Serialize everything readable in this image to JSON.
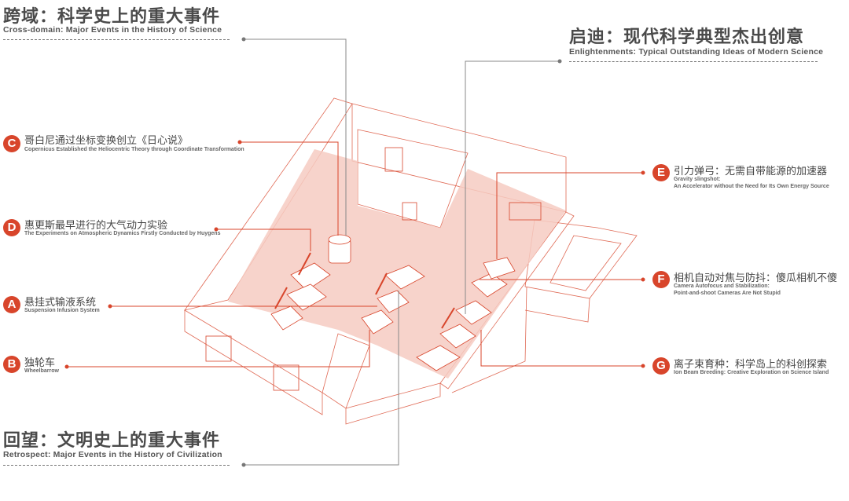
{
  "colors": {
    "accent": "#d8452b",
    "floor": "#f6cbc2",
    "line": "#d8452b",
    "text": "#4a4a4a"
  },
  "sections": {
    "cross_domain": {
      "title": "跨域：科学史上的重大事件",
      "subtitle": "Cross-domain: Major Events in the History of Science"
    },
    "enlightenments": {
      "title": "启迪：现代科学典型杰出创意",
      "subtitle": "Enlightenments: Typical Outstanding Ideas of Modern Science"
    },
    "retrospect": {
      "title": "回望：文明史上的重大事件",
      "subtitle": "Retrospect: Major Events in the History of Civilization"
    }
  },
  "labels": [
    {
      "letter": "C",
      "zh": "哥白尼通过坐标变换创立《日心说》",
      "en": "Copernicus Established the Heliocentric Theory through Coordinate Transformation"
    },
    {
      "letter": "D",
      "zh": "惠更斯最早进行的大气动力实验",
      "en": "The Experiments on Atmospheric Dynamics Firstly Conducted by Huygens"
    },
    {
      "letter": "A",
      "zh": "悬挂式输液系统",
      "en": "Suspension Infusion System"
    },
    {
      "letter": "B",
      "zh": "独轮车",
      "en": "Wheelbarrow"
    },
    {
      "letter": "E",
      "zh": "引力弹弓：无需自带能源的加速器",
      "en": "Gravity slingshot:",
      "en2": "An Accelerator without the Need for Its Own Energy Source"
    },
    {
      "letter": "F",
      "zh": "相机自动对焦与防抖：傻瓜相机不傻",
      "en": "Camera Autofocus and Stabilization:",
      "en2": "Point-and-shoot Cameras Are Not Stupid"
    },
    {
      "letter": "G",
      "zh": "离子束育种：科学岛上的科创探索",
      "en": "Ion Beam Breeding: Creative Exploration on Science Island"
    }
  ]
}
